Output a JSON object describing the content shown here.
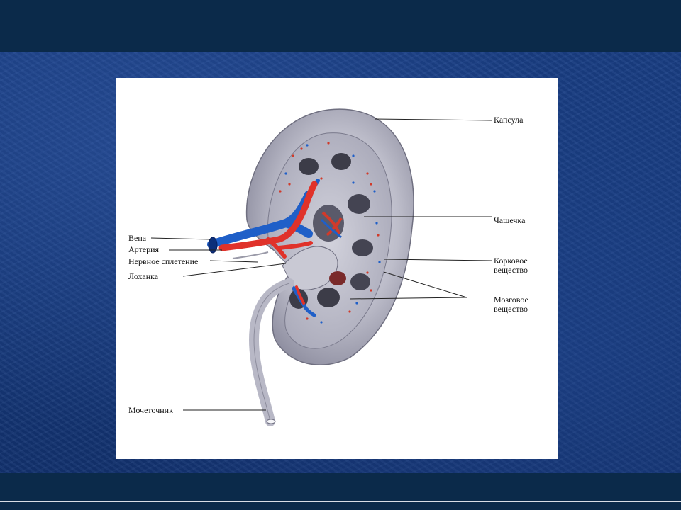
{
  "labels": {
    "capsule": "Капсула",
    "calyx": "Чашечка",
    "cortex_line1": "Корковое",
    "cortex_line2": "вещество",
    "medulla_line1": "Мозговое",
    "medulla_line2": "вещество",
    "vein": "Вена",
    "artery": "Артерия",
    "nerve_plexus": "Нервное сплетение",
    "pelvis": "Лоханка",
    "ureter": "Мочеточник"
  },
  "colors": {
    "background_blue": "#173a7d",
    "band_dark": "#0b2a4a",
    "divider": "#d9dde6",
    "kidney_gray": "#b9b9c6",
    "vein_blue": "#1f5fc8",
    "artery_red": "#e0322a"
  }
}
